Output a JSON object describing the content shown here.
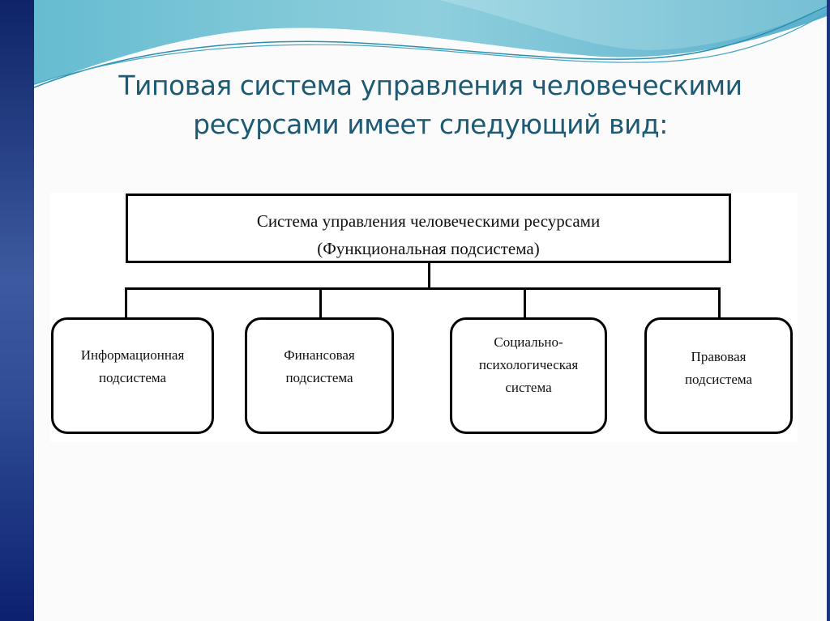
{
  "slide": {
    "title_lines": [
      "Типовая система управления человеческими",
      "ресурсами имеет следующий вид:"
    ],
    "colors": {
      "title": "#1e5a73",
      "side_bar": "#2f4c95",
      "wave": "#5ab7cc"
    }
  },
  "diagram": {
    "root": {
      "lines": [
        "Система управления человеческими ресурсами",
        "(Функциональная подсистема)"
      ]
    },
    "children": [
      {
        "lines": [
          "Информационная",
          "подсистема"
        ]
      },
      {
        "lines": [
          "Финансовая",
          "подсистема"
        ]
      },
      {
        "lines": [
          "Социально-",
          "психологическая",
          "система"
        ]
      },
      {
        "lines": [
          "Правовая",
          "подсистема"
        ]
      }
    ]
  }
}
